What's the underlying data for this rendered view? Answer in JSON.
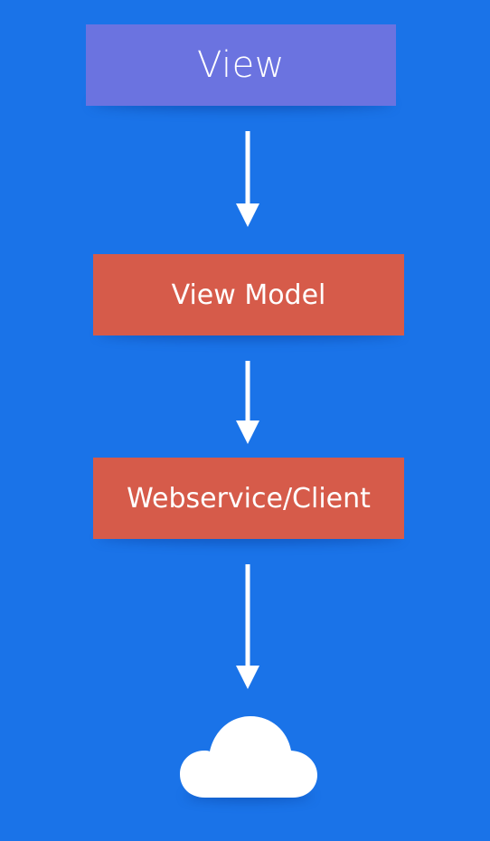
{
  "colors": {
    "background": "#1a73e8",
    "view_box": "#6b73e0",
    "red_box": "#d65b4a",
    "arrow": "#ffffff",
    "cloud": "#ffffff",
    "text": "#ffffff"
  },
  "diagram": {
    "nodes": [
      {
        "id": "view",
        "label": "View"
      },
      {
        "id": "view_model",
        "label": "View Model"
      },
      {
        "id": "webservice_client",
        "label": "Webservice/Client"
      },
      {
        "id": "cloud",
        "label": "",
        "icon": "cloud-icon"
      }
    ],
    "edges": [
      {
        "from": "view",
        "to": "view_model"
      },
      {
        "from": "view_model",
        "to": "webservice_client"
      },
      {
        "from": "webservice_client",
        "to": "cloud"
      }
    ]
  }
}
